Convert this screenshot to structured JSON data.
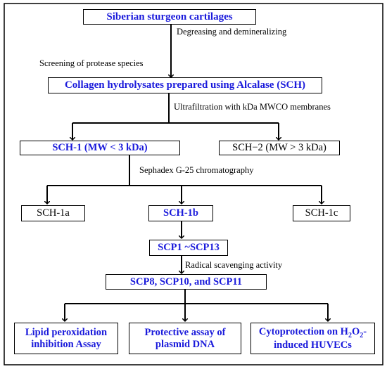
{
  "nodes": {
    "start": "Siberian sturgeon cartilages",
    "sch": "Collagen hydrolysates prepared using Alcalase (SCH)",
    "sch1": "SCH-1 (MW < 3 kDa)",
    "sch2": "SCH−2 (MW > 3 kDa)",
    "sch1a": "SCH-1a",
    "sch1b": "SCH-1b",
    "sch1c": "SCH-1c",
    "scp_range": "SCP1 ~SCP13",
    "scp_selected": "SCP8, SCP10, and SCP11",
    "assay1_line1": "Lipid peroxidation",
    "assay1_line2": "inhibition Assay",
    "assay2_line1": "Protective assay of",
    "assay2_line2": "plasmid DNA",
    "assay3_line1_a": "Cytoprotection on H",
    "assay3_sub1": "2",
    "assay3_mid": "O",
    "assay3_sub2": "2",
    "assay3_line1_b": "-",
    "assay3_line2": "induced HUVECs"
  },
  "steps": {
    "degrease": "Degreasing and demineralizing",
    "screening": "Screening of protease species",
    "ultrafiltration": "Ultrafiltration with kDa MWCO membranes",
    "sephadex": "Sephadex G-25 chromatography",
    "radical": "Radical scavenging activity"
  },
  "colors": {
    "highlight": "#1a1adb",
    "line": "#000000"
  }
}
